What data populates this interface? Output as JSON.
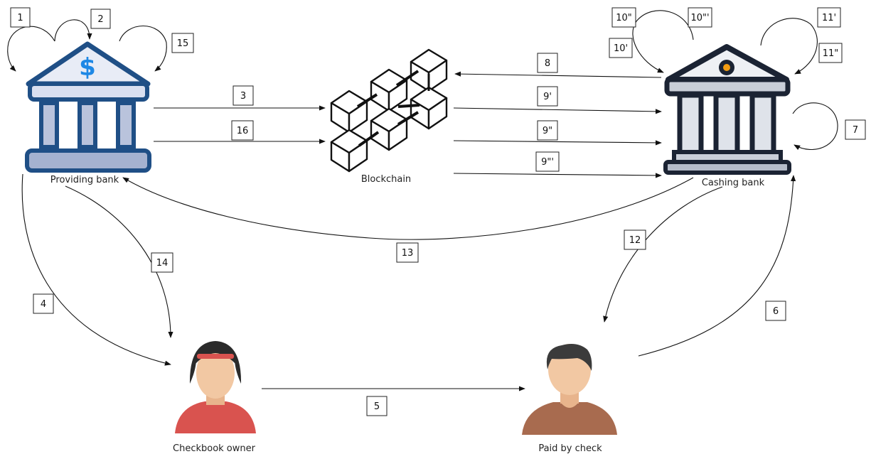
{
  "nodes": {
    "providing_bank": "Providing bank",
    "blockchain": "Blockchain",
    "cashing_bank": "Cashing bank",
    "checkbook_owner": "Checkbook owner",
    "paid_by_check": "Paid by check"
  },
  "steps": {
    "s1": "1",
    "s2": "2",
    "s3": "3",
    "s4": "4",
    "s5": "5",
    "s6": "6",
    "s7": "7",
    "s8": "8",
    "s9a": "9'",
    "s9b": "9\"",
    "s9c": "9\"'",
    "s10a": "10'",
    "s10b": "10\"",
    "s10c": "10\"'",
    "s11a": "11'",
    "s11b": "11\"",
    "s12": "12",
    "s13": "13",
    "s14": "14",
    "s15": "15",
    "s16": "16"
  },
  "icons": {
    "providing_bank": "bank-dollar-icon",
    "blockchain": "blockchain-icon",
    "cashing_bank": "bank-icon",
    "checkbook_owner": "woman-avatar-icon",
    "paid_by_check": "man-avatar-icon"
  },
  "colors": {
    "providing_bank_outline": "#1f4f86",
    "providing_bank_fill": "#d9dff0",
    "dollar": "#1e88e5",
    "cashing_bank_outline": "#1b2333",
    "cashing_bank_dot": "#f39c12",
    "woman_shirt": "#d9534f",
    "man_shirt": "#a86b4f",
    "skin": "#f2c8a3"
  }
}
